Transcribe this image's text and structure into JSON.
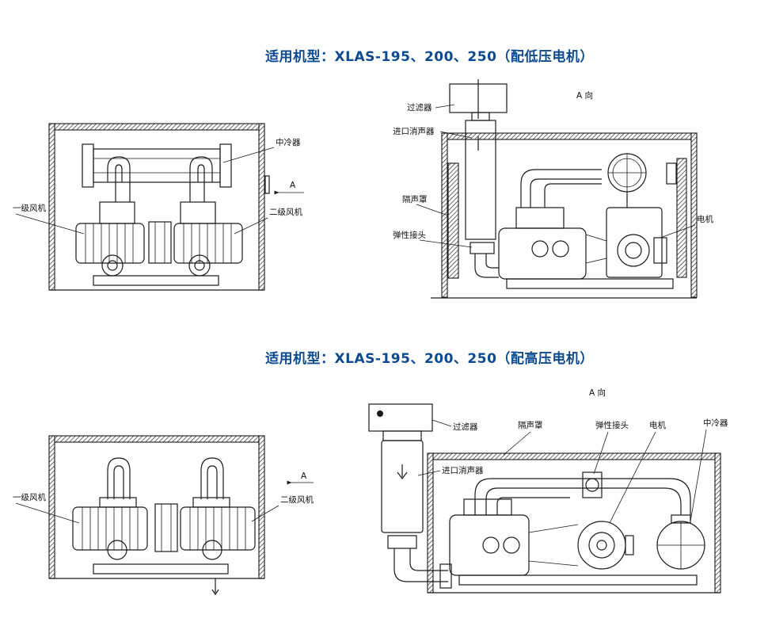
{
  "headings": {
    "low_voltage": "适用机型：XLAS-195、200、250（配低压电机）",
    "high_voltage": "适用机型：XLAS-195、200、250（配高压电机）"
  },
  "top_left_diagram": {
    "labels": {
      "intercooler": "中冷器",
      "first_stage_blower": "一级风机",
      "second_stage_blower": "二级风机",
      "direction": "A"
    }
  },
  "top_right_diagram": {
    "labels": {
      "direction": "A 向",
      "filter": "过滤器",
      "inlet_silencer": "进口消声器",
      "sound_enclosure": "隔声罩",
      "flexible_joint": "弹性接头",
      "motor": "电机"
    }
  },
  "bottom_left_diagram": {
    "labels": {
      "first_stage_blower": "一级风机",
      "second_stage_blower": "二级风机",
      "direction": "A"
    }
  },
  "bottom_right_diagram": {
    "labels": {
      "direction": "A 向",
      "filter": "过滤器",
      "sound_enclosure": "隔声罩",
      "flexible_joint": "弹性接头",
      "motor": "电机",
      "intercooler": "中冷器",
      "inlet_silencer": "进口消声器"
    }
  },
  "colors": {
    "heading": "#0d4a8f",
    "line": "#1a1a1a",
    "background": "#ffffff"
  }
}
